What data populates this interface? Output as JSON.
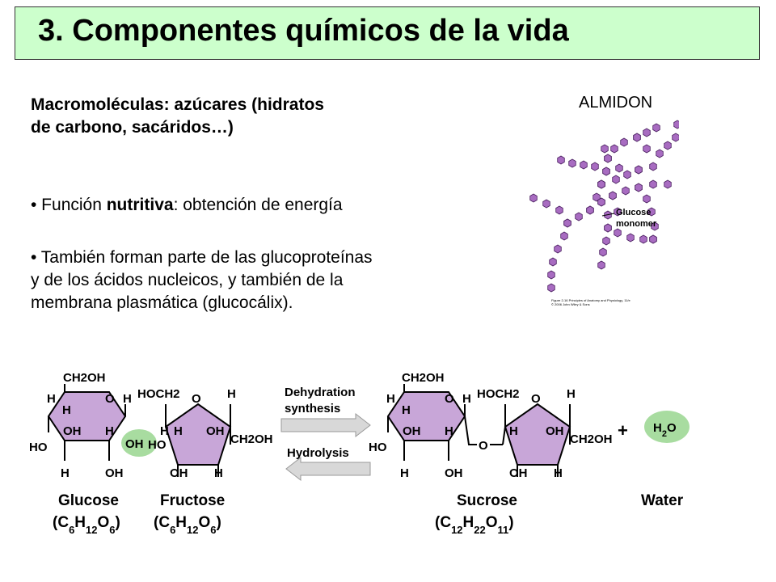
{
  "title": "3. Componentes químicos de la vida",
  "heading": "Macromoléculas: azúcares (hidratos de carbono, sacáridos…)",
  "bullets": [
    {
      "prefix": "• Función ",
      "bold": "nutritiva",
      "suffix": ": obtención de energía"
    },
    {
      "text": "• También forman parte de las glucoproteínas y de los ácidos nucleicos, y también de la membrana plasmática (glucocálix)."
    }
  ],
  "starch": {
    "label": "ALMIDON",
    "monomer_label_line1": "Glucose",
    "monomer_label_line2": "monomer",
    "caption_line1": "Figure 2-16  Principles of Anatomy and Physiology, 11/e",
    "caption_line2": "© 2006 John Wiley & Sons",
    "color": "#a86cc1"
  },
  "reaction": {
    "ring_fill": "#c8a6d8",
    "highlight_fill": "#a8dca0",
    "dehydration_line1": "Dehydration",
    "dehydration_line2": "synthesis",
    "hydrolysis": "Hydrolysis",
    "plus": "+",
    "water_formula": "H2O",
    "glucose": {
      "name": "Glucose",
      "formula": "(C6H12O6)"
    },
    "fructose": {
      "name": "Fructose",
      "formula": "(C6H12O6)"
    },
    "sucrose": {
      "name": "Sucrose",
      "formula": "(C12H22O11)"
    },
    "water": {
      "name": "Water"
    },
    "atoms": {
      "ch2oh": "CH2OH",
      "hoch2": "HOCH2",
      "h": "H",
      "o": "O",
      "oh": "OH",
      "ho": "HO"
    }
  }
}
